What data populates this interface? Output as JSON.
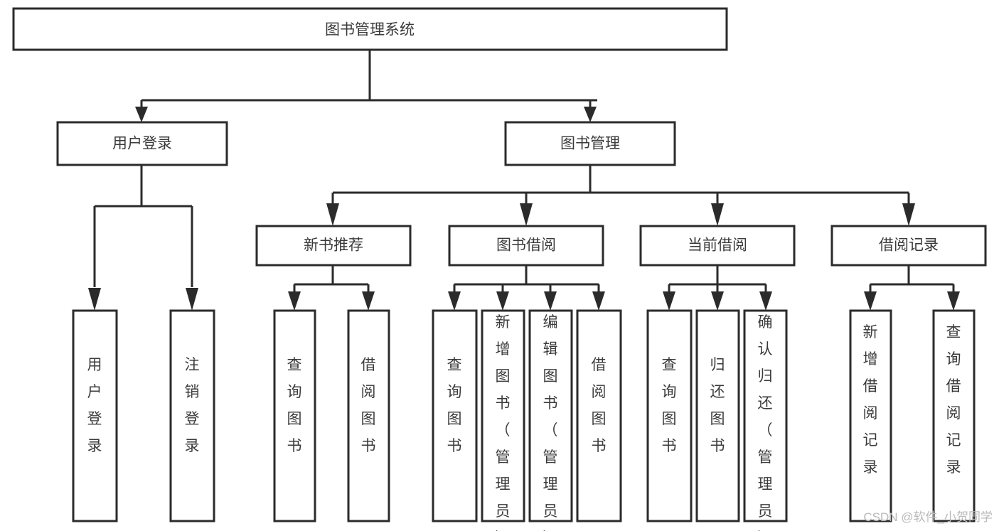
{
  "diagram": {
    "title": "图书管理系统",
    "type": "tree",
    "orientation": "top-down",
    "colors": {
      "box_stroke": "#2b2b2b",
      "box_fill": "#ffffff",
      "text": "#3a3a3a",
      "background": "#ffffff",
      "watermark": "#b9b9b9"
    },
    "nodes": {
      "root": {
        "label": "图书管理系统"
      },
      "level1": [
        {
          "id": "user_login",
          "label": "用户登录"
        },
        {
          "id": "book_manage",
          "label": "图书管理"
        }
      ],
      "level2": [
        {
          "id": "new_book_rec",
          "label": "新书推荐",
          "parent": "book_manage"
        },
        {
          "id": "book_borrow",
          "label": "图书借阅",
          "parent": "book_manage"
        },
        {
          "id": "current_borrow",
          "label": "当前借阅",
          "parent": "book_manage"
        },
        {
          "id": "borrow_record",
          "label": "借阅记录",
          "parent": "book_manage"
        }
      ],
      "leaves": [
        {
          "id": "leaf_user_login",
          "label": "用户登录",
          "parent": "user_login"
        },
        {
          "id": "leaf_user_logout",
          "label": "注销登录",
          "parent": "user_login"
        },
        {
          "id": "leaf_query_book_1",
          "label": "查询图书",
          "parent": "new_book_rec"
        },
        {
          "id": "leaf_borrow_book_1",
          "label": "借阅图书",
          "parent": "new_book_rec"
        },
        {
          "id": "leaf_query_book_2",
          "label": "查询图书",
          "parent": "book_borrow"
        },
        {
          "id": "leaf_add_book",
          "label": "新增图书（管理员）",
          "parent": "book_borrow"
        },
        {
          "id": "leaf_edit_book",
          "label": "编辑图书（管理员）",
          "parent": "book_borrow"
        },
        {
          "id": "leaf_borrow_book_2",
          "label": "借阅图书",
          "parent": "book_borrow"
        },
        {
          "id": "leaf_query_book_3",
          "label": "查询图书",
          "parent": "current_borrow"
        },
        {
          "id": "leaf_return_book",
          "label": "归还图书",
          "parent": "current_borrow"
        },
        {
          "id": "leaf_confirm_return",
          "label": "确认归还（管理员）",
          "parent": "current_borrow"
        },
        {
          "id": "leaf_add_record",
          "label": "新增借阅记录",
          "parent": "borrow_record"
        },
        {
          "id": "leaf_query_record",
          "label": "查询借阅记录",
          "parent": "borrow_record"
        }
      ]
    },
    "watermark": "CSDN @软件_小贺同学"
  }
}
